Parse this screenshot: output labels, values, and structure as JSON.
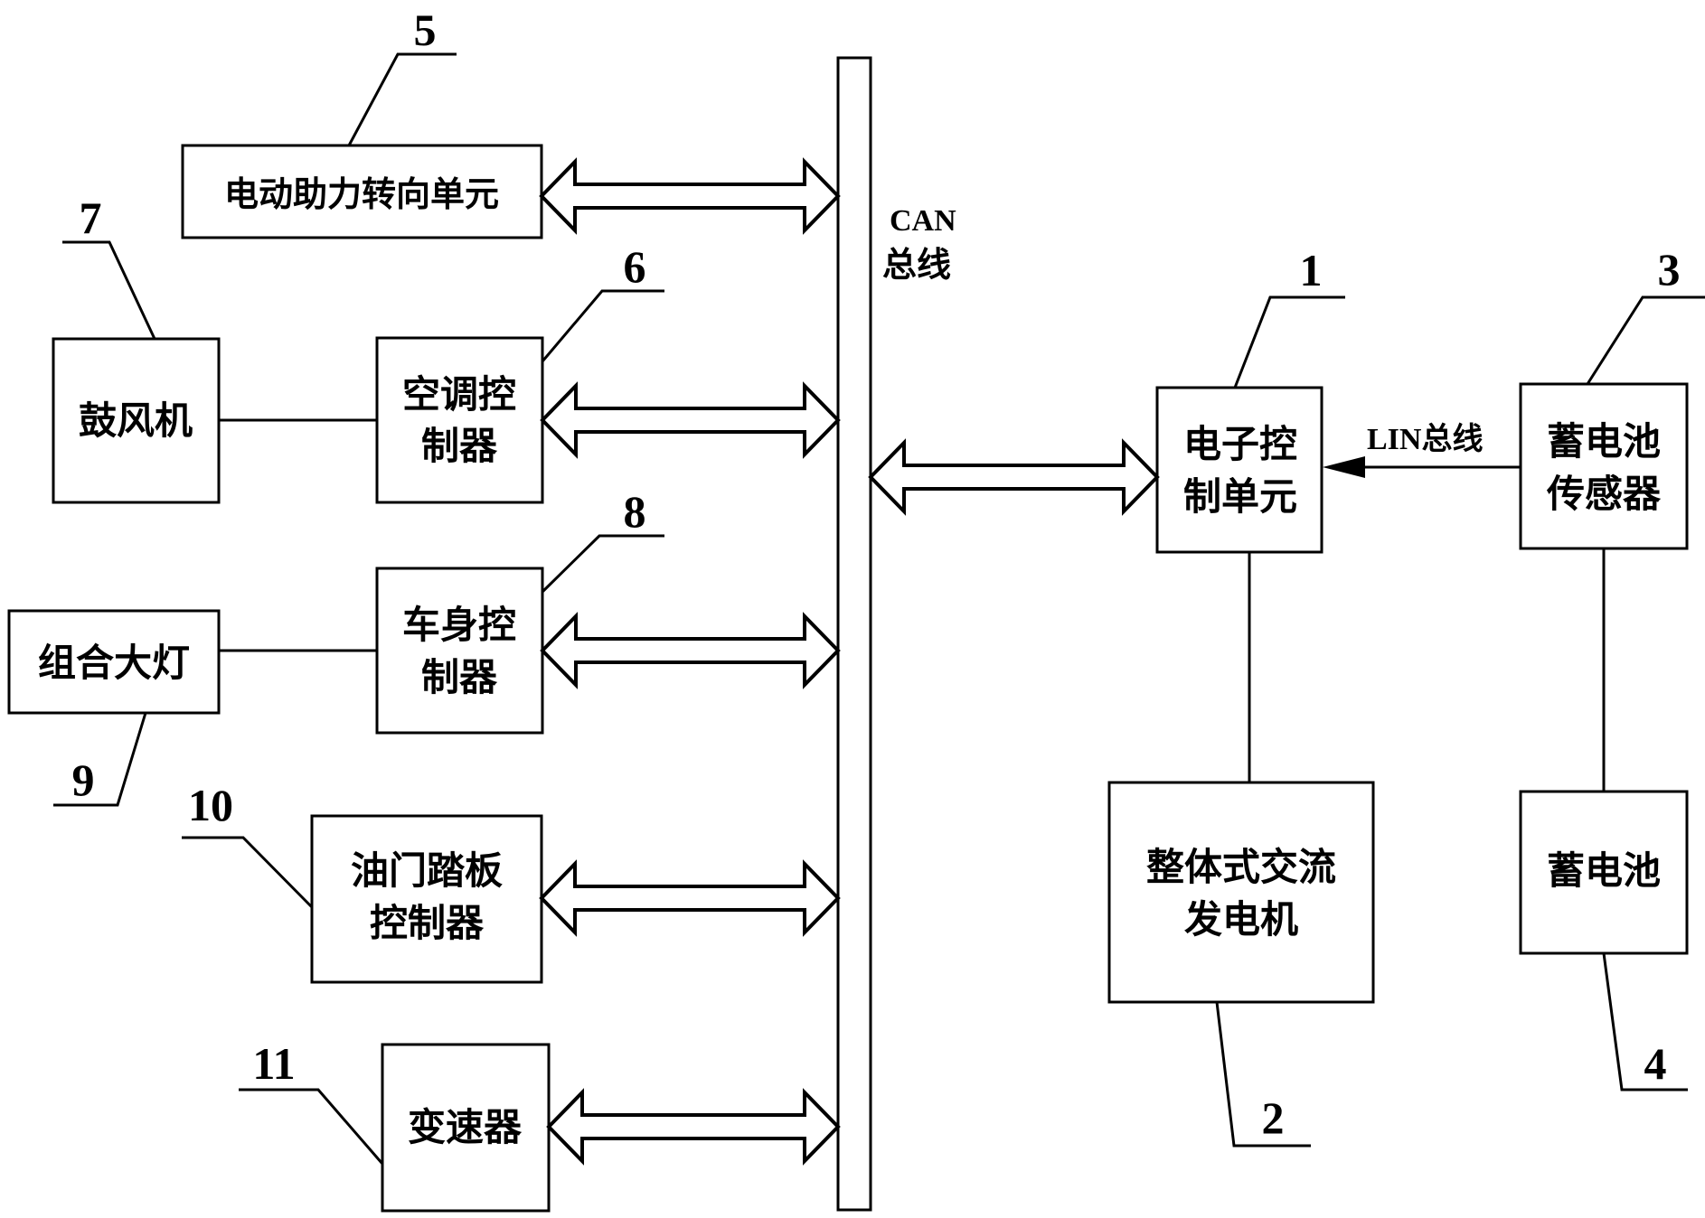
{
  "diagram": {
    "bus": {
      "can_label_1": "CAN",
      "can_label_2": "总线",
      "lin_label": "LIN总线"
    },
    "nodes": {
      "ecu": {
        "number": "1",
        "lines": [
          "电子控",
          "制单元"
        ]
      },
      "alternator": {
        "number": "2",
        "lines": [
          "整体式交流",
          "发电机"
        ]
      },
      "sensor": {
        "number": "3",
        "lines": [
          "蓄电池",
          "传感器"
        ]
      },
      "battery": {
        "number": "4",
        "lines": [
          "蓄电池"
        ]
      },
      "eps": {
        "number": "5",
        "lines": [
          "电动助力转向单元"
        ]
      },
      "ac": {
        "number": "6",
        "lines": [
          "空调控",
          "制器"
        ]
      },
      "blower": {
        "number": "7",
        "lines": [
          "鼓风机"
        ]
      },
      "body": {
        "number": "8",
        "lines": [
          "车身控",
          "制器"
        ]
      },
      "headlamp": {
        "number": "9",
        "lines": [
          "组合大灯"
        ]
      },
      "throttle": {
        "number": "10",
        "lines": [
          "油门踏板",
          "控制器"
        ]
      },
      "gearbox": {
        "number": "11",
        "lines": [
          "变速器"
        ]
      }
    }
  }
}
